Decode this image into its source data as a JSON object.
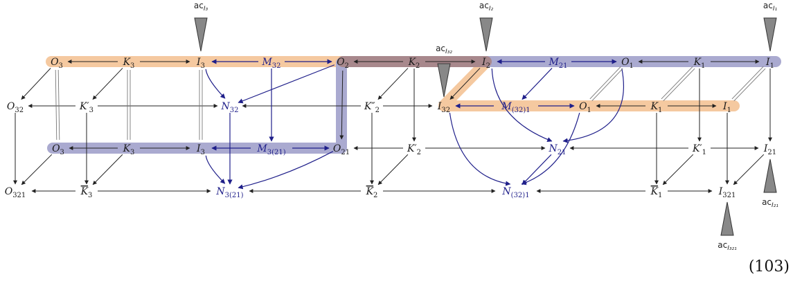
{
  "colors": {
    "orange_band": "#f5c9a0",
    "blue_band": "#aaaad0",
    "brown_band": "#a8888c",
    "arrow_black": "#222222",
    "arrow_blue": "#1f1f8a",
    "triangle": "#888888"
  },
  "nodes": {
    "O3": {
      "base": "O",
      "sub": "3"
    },
    "K3": {
      "base": "K",
      "sub": "3"
    },
    "I3": {
      "base": "I",
      "sub": "3"
    },
    "M32": {
      "base": "M",
      "sub": "32",
      "blue": true
    },
    "O2": {
      "base": "O",
      "sub": "2"
    },
    "K2": {
      "base": "K",
      "sub": "2"
    },
    "I2": {
      "base": "I",
      "sub": "2"
    },
    "M21": {
      "base": "M",
      "sub": "21",
      "blue": true
    },
    "O1": {
      "base": "O",
      "sub": "1"
    },
    "K1": {
      "base": "K",
      "sub": "1"
    },
    "I1": {
      "base": "I",
      "sub": "1"
    },
    "O32": {
      "base": "O",
      "sub": "32"
    },
    "K3p": {
      "base": "K",
      "sub": "3",
      "prime": "′"
    },
    "N32": {
      "base": "N",
      "sub": "32",
      "blue": true
    },
    "K2pp": {
      "base": "K",
      "sub": "2",
      "prime": "″"
    },
    "I32": {
      "base": "I",
      "sub": "32"
    },
    "M321": {
      "base": "M",
      "sub": "(32)1",
      "blue": true
    },
    "O1b": {
      "base": "O",
      "sub": "1"
    },
    "K1b": {
      "base": "K",
      "sub": "1"
    },
    "I1b": {
      "base": "I",
      "sub": "1"
    },
    "O3c": {
      "base": "O",
      "sub": "3"
    },
    "K3c": {
      "base": "K",
      "sub": "3"
    },
    "I3c": {
      "base": "I",
      "sub": "3"
    },
    "M3_21": {
      "base": "M",
      "sub": "3(21)",
      "blue": true
    },
    "O21": {
      "base": "O",
      "sub": "21"
    },
    "K2p": {
      "base": "K",
      "sub": "2",
      "prime": "′"
    },
    "N21": {
      "base": "N",
      "sub": "21",
      "blue": true
    },
    "K1p": {
      "base": "K",
      "sub": "1",
      "prime": "′"
    },
    "I21": {
      "base": "I",
      "sub": "21"
    },
    "O321": {
      "base": "O",
      "sub": "321"
    },
    "Kbar3": {
      "base": "K",
      "sub": "3",
      "bar": true
    },
    "N3_21": {
      "base": "N",
      "sub": "3(21)",
      "blue": true
    },
    "Kbar2": {
      "base": "K",
      "sub": "2",
      "bar": true
    },
    "N32_1": {
      "base": "N",
      "sub": "(32)1",
      "blue": true
    },
    "Kbar1": {
      "base": "K",
      "sub": "1",
      "bar": true
    },
    "I321": {
      "base": "I",
      "sub": "321"
    }
  },
  "ac_labels": [
    {
      "id": "acI3",
      "base": "ac",
      "sub": "I₃"
    },
    {
      "id": "acI2",
      "base": "ac",
      "sub": "I₂"
    },
    {
      "id": "acI1",
      "base": "ac",
      "sub": "I₁"
    },
    {
      "id": "acI32",
      "base": "ac",
      "sub": "I₃₂"
    },
    {
      "id": "acI21",
      "base": "ac",
      "sub": "I₂₁"
    },
    {
      "id": "acI321",
      "base": "ac",
      "sub": "I₃₂₁"
    }
  ],
  "equation_number": "(103)"
}
